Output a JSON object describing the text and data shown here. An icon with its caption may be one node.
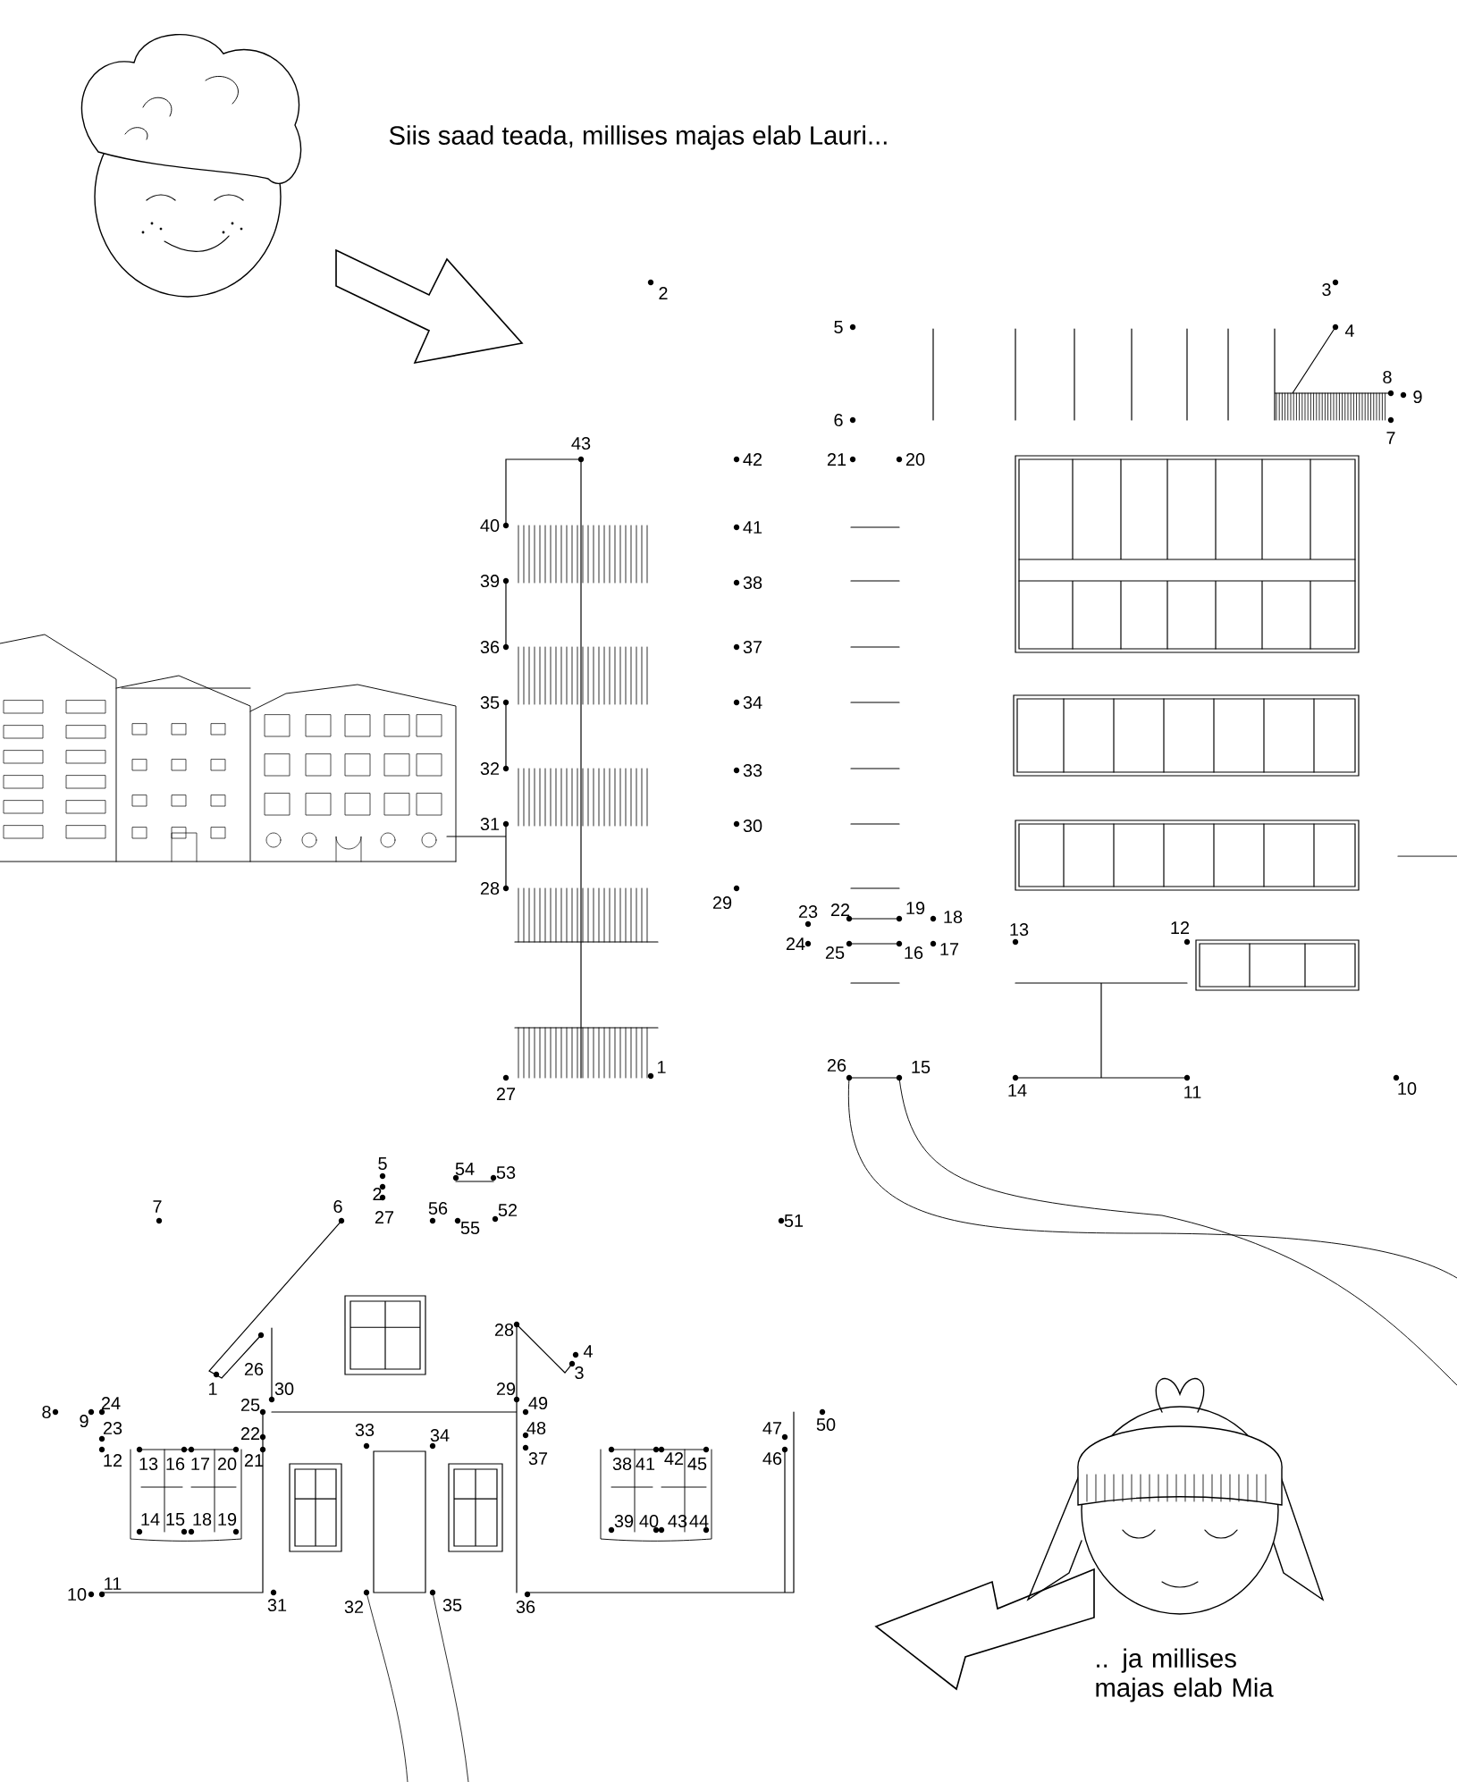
{
  "diagram": {
    "labels": [
      "Siis saad teada, millises majas elab Lauri...",
      "1",
      "2",
      "3",
      "4",
      "5",
      "6",
      "7",
      "8",
      "9",
      "10",
      "11",
      "12",
      "13",
      "14",
      "15",
      "16",
      "17",
      "18",
      "19",
      "20",
      "21",
      "22",
      "23",
      "24",
      "25",
      "26",
      "27",
      "28",
      "29",
      "30",
      "31",
      "32",
      "33",
      "34",
      "35",
      "36",
      "37",
      "38",
      "39",
      "40",
      "41",
      "42",
      "43",
      "1",
      "2",
      "3",
      "4",
      "5",
      "6",
      "7",
      "8",
      "9",
      "10",
      "11",
      "12",
      "13",
      "14",
      "15",
      "16",
      "17",
      "18",
      "19",
      "20",
      "21",
      "22",
      "23",
      "24",
      "25",
      "26",
      "27",
      "28",
      "29",
      "30",
      "31",
      "32",
      "33",
      "34",
      "35",
      "36",
      "37",
      "38",
      "39",
      "40",
      "41",
      "42",
      "43",
      "44",
      "45",
      "46",
      "47",
      "48",
      "49",
      "50",
      "51",
      "52",
      "53",
      "54",
      "55",
      "56",
      ".. ja millises majas elab Mia"
    ]
  }
}
